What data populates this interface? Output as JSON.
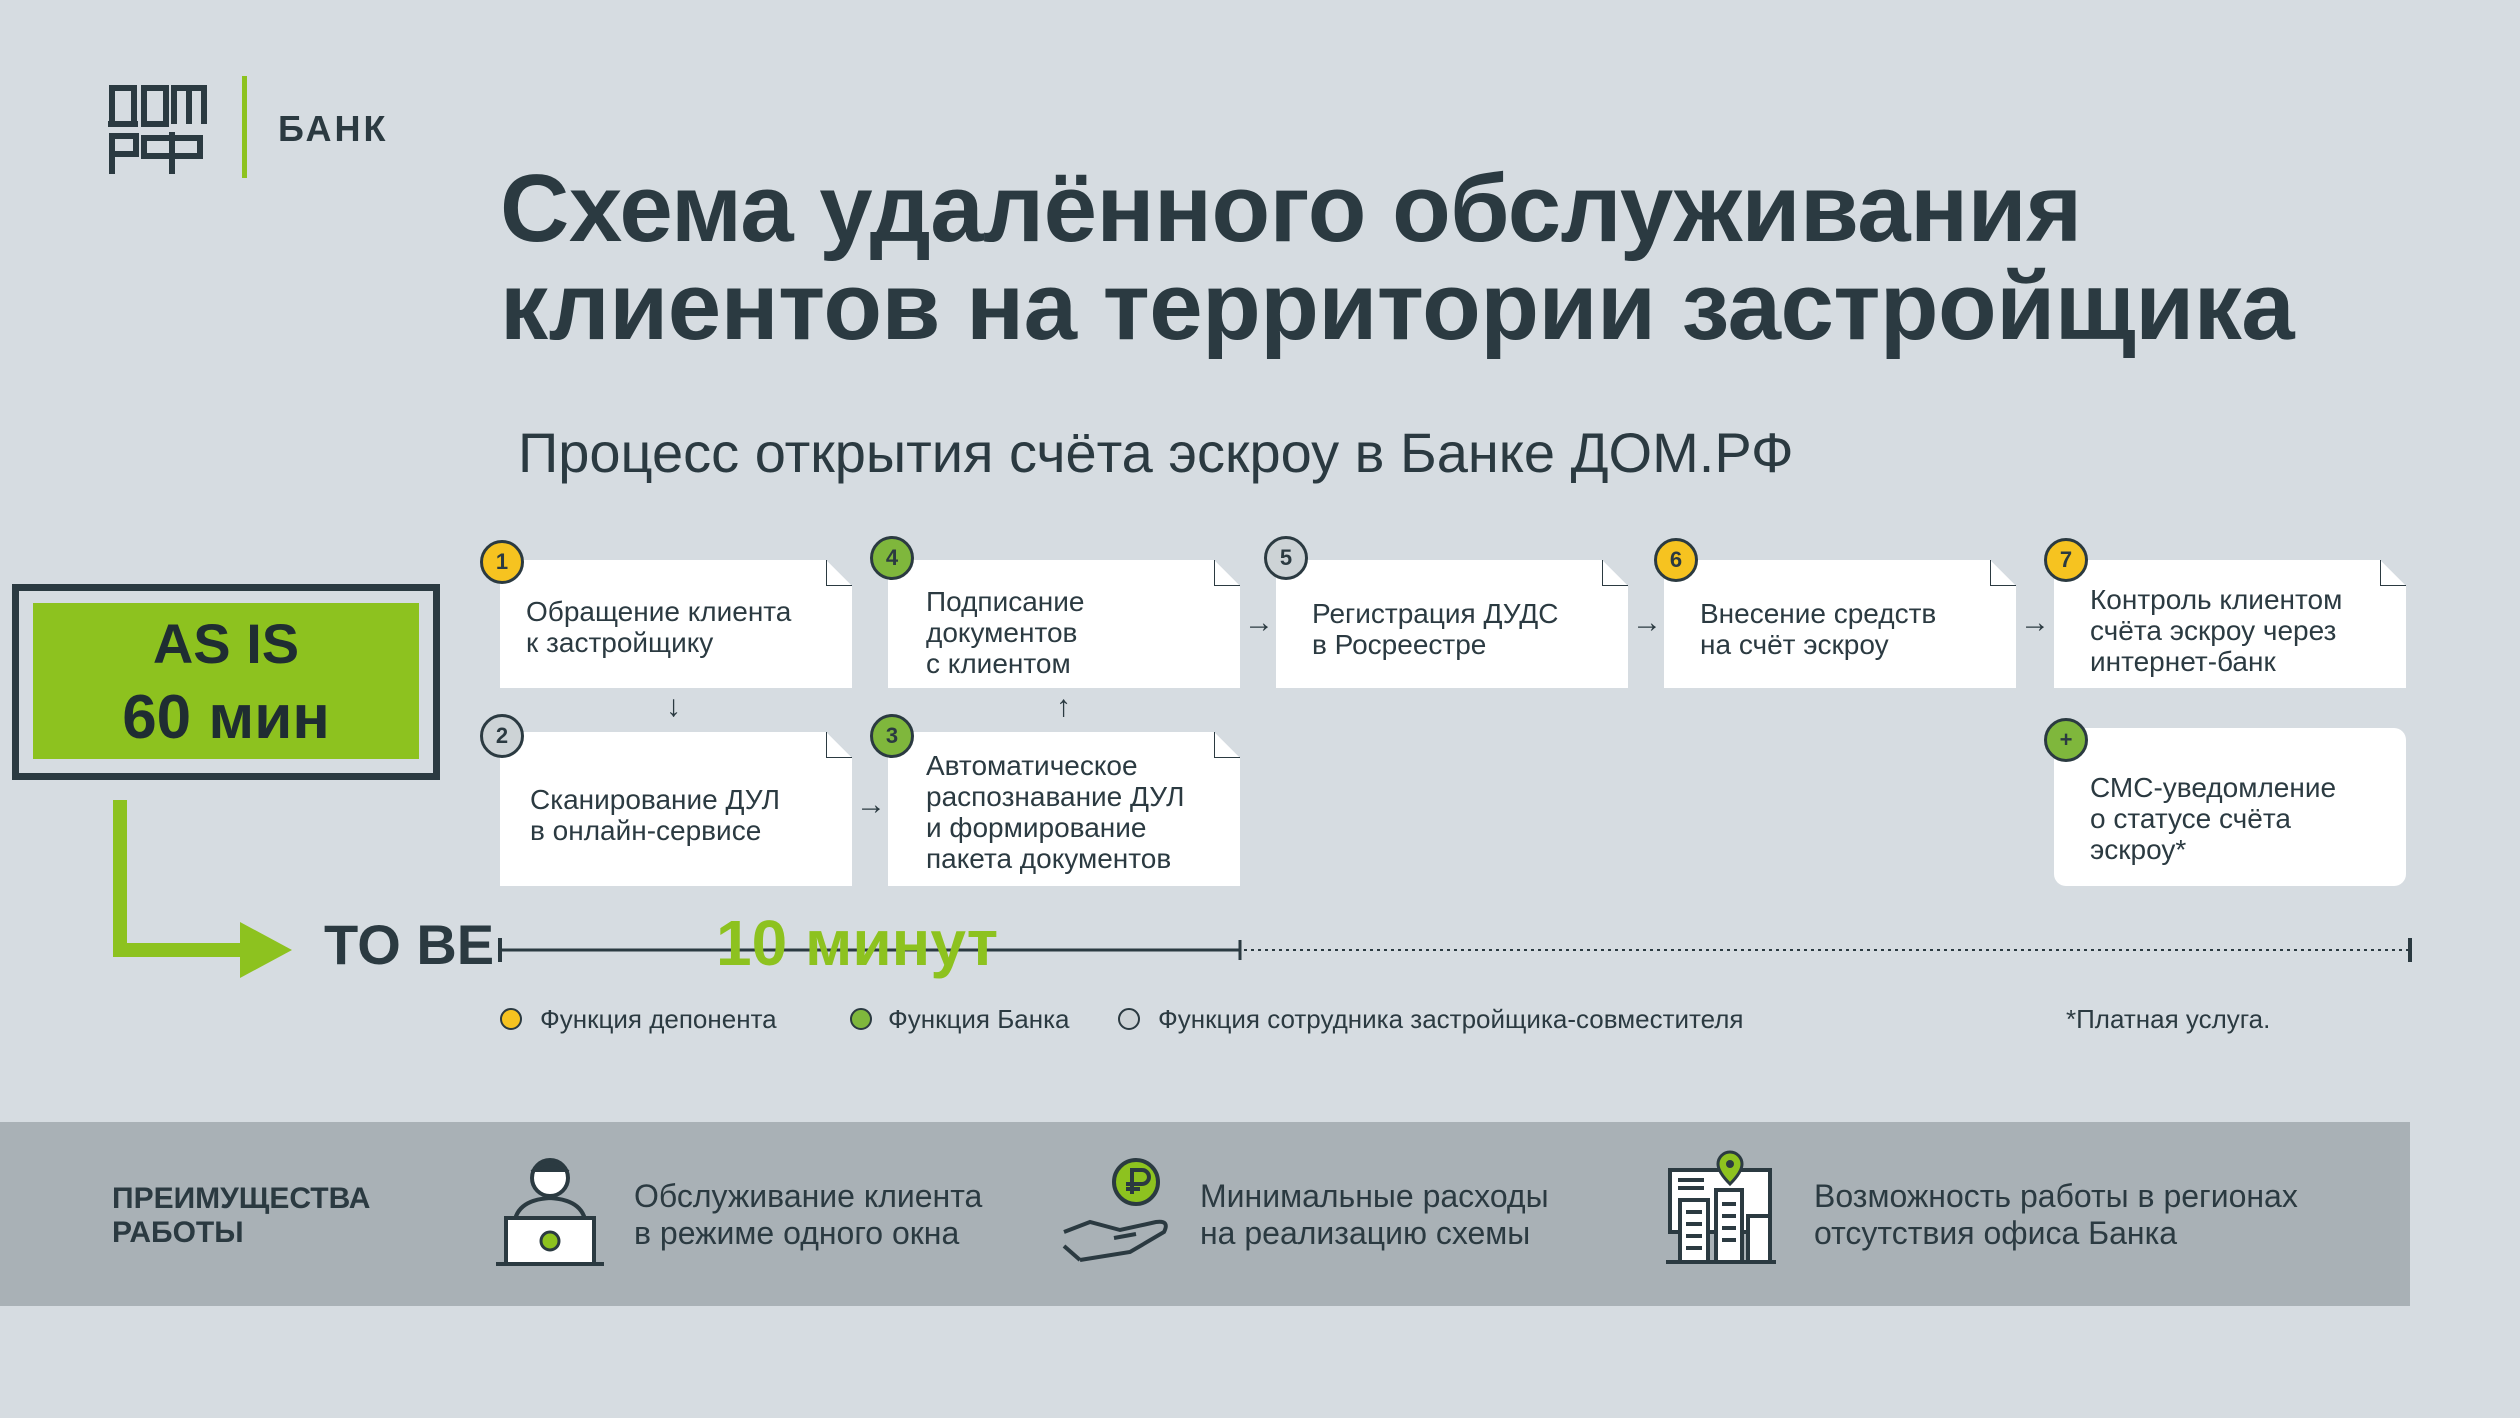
{
  "logo": {
    "word": "БАНК",
    "mark": "dom-rf-logo"
  },
  "title": "Схема удалённого обслуживания\nклиентов на территории застройщика",
  "subtitle": "Процесс открытия счёта эскроу в Банке ДОМ.РФ",
  "as_is": {
    "line1": "AS IS",
    "line2": "60 мин"
  },
  "to_be": {
    "label": "TO BE",
    "duration": "10 минут"
  },
  "steps": [
    {
      "num": "1",
      "role": "depositor",
      "text": "Обращение клиента\nк застройщику"
    },
    {
      "num": "2",
      "role": "developer",
      "text": "Сканирование ДУЛ\nв онлайн-сервисе"
    },
    {
      "num": "3",
      "role": "bank",
      "text": "Автоматическое\nраспознавание ДУЛ\nи формирование\nпакета документов"
    },
    {
      "num": "4",
      "role": "bank",
      "text": "Подписание\nдокументов\nс клиентом"
    },
    {
      "num": "5",
      "role": "developer",
      "text": "Регистрация ДУДС\nв Росреестре"
    },
    {
      "num": "6",
      "role": "depositor",
      "text": "Внесение средств\nна счёт эскроу"
    },
    {
      "num": "7",
      "role": "depositor",
      "text": "Контроль клиентом\nсчёта эскроу через\nинтернет-банк"
    },
    {
      "num": "+",
      "role": "bank",
      "text": "СМС-уведомление\nо статусе счёта\nэскроу*"
    }
  ],
  "arrows": {
    "right": "→",
    "down": "↓",
    "up": "↑"
  },
  "legend": [
    {
      "role": "depositor",
      "label": "Функция депонента",
      "color": "#f6c320"
    },
    {
      "role": "bank",
      "label": "Функция Банка",
      "color": "#7fb73c"
    },
    {
      "role": "developer",
      "label": "Функция сотрудника застройщика-совместителя",
      "color": "#cdd3d6"
    }
  ],
  "footnote": "*Платная услуга.",
  "advantages": {
    "heading": "ПРЕИМУЩЕСТВА\nРАБОТЫ",
    "items": [
      {
        "icon": "operator-laptop-icon",
        "text": "Обслуживание клиента\nв режиме одного окна"
      },
      {
        "icon": "ruble-hand-icon",
        "text": "Минимальные расходы\nна реализацию схемы"
      },
      {
        "icon": "city-location-icon",
        "text": "Возможность работы в регионах\nотсутствия офиса Банка"
      }
    ]
  },
  "colors": {
    "background": "#d6dce1",
    "dark": "#2b3a41",
    "accent_green": "#8dc21f",
    "depositor": "#f6c320",
    "bank": "#7fb73c",
    "developer": "#cdd3d6",
    "band": "#a9b1b6"
  }
}
